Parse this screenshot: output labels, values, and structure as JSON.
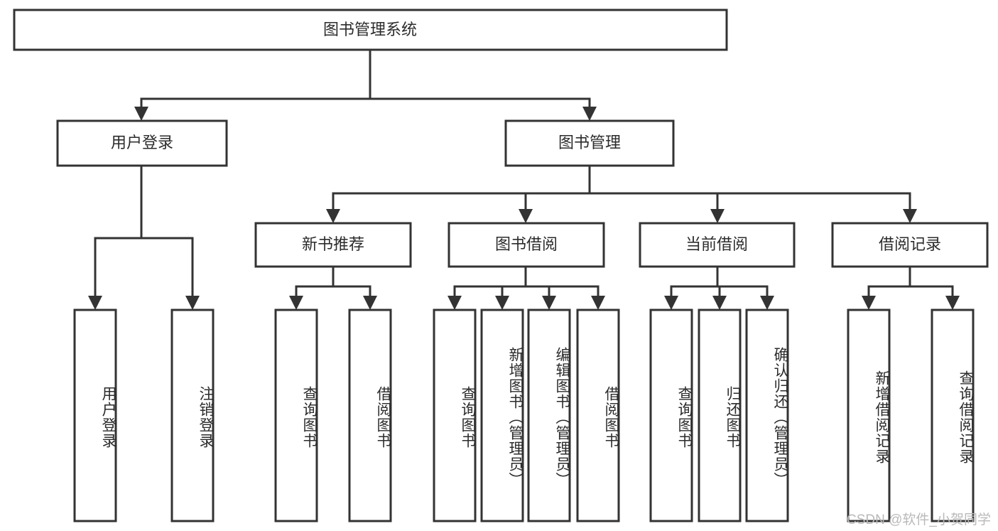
{
  "diagram": {
    "type": "tree-hierarchy",
    "title": "图书管理系统",
    "watermark": "CSDN @软件_小贺同学",
    "colors": {
      "box_stroke": "#333333",
      "box_fill": "#ffffff",
      "text": "#2b2b2b",
      "connector": "#333333",
      "watermark": "#b9b9b9",
      "background": "#ffffff"
    },
    "root": {
      "label": "图书管理系统"
    },
    "level2": [
      {
        "label": "用户登录"
      },
      {
        "label": "图书管理"
      }
    ],
    "level3": [
      {
        "label": "新书推荐"
      },
      {
        "label": "图书借阅"
      },
      {
        "label": "当前借阅"
      },
      {
        "label": "借阅记录"
      }
    ],
    "leaves": {
      "user_login": [
        {
          "label": "用户登录"
        },
        {
          "label": "注销登录"
        }
      ],
      "new_book_recommend": [
        {
          "label": "查询图书"
        },
        {
          "label": "借阅图书"
        }
      ],
      "book_borrow": [
        {
          "label": "查询图书"
        },
        {
          "label": "新增图书（管理员）"
        },
        {
          "label": "编辑图书（管理员）"
        },
        {
          "label": "借阅图书"
        }
      ],
      "current_borrow": [
        {
          "label": "查询图书"
        },
        {
          "label": "归还图书"
        },
        {
          "label": "确认归还（管理员）"
        }
      ],
      "borrow_record": [
        {
          "label": "新增借阅记录"
        },
        {
          "label": "查询借阅记录"
        }
      ]
    }
  }
}
